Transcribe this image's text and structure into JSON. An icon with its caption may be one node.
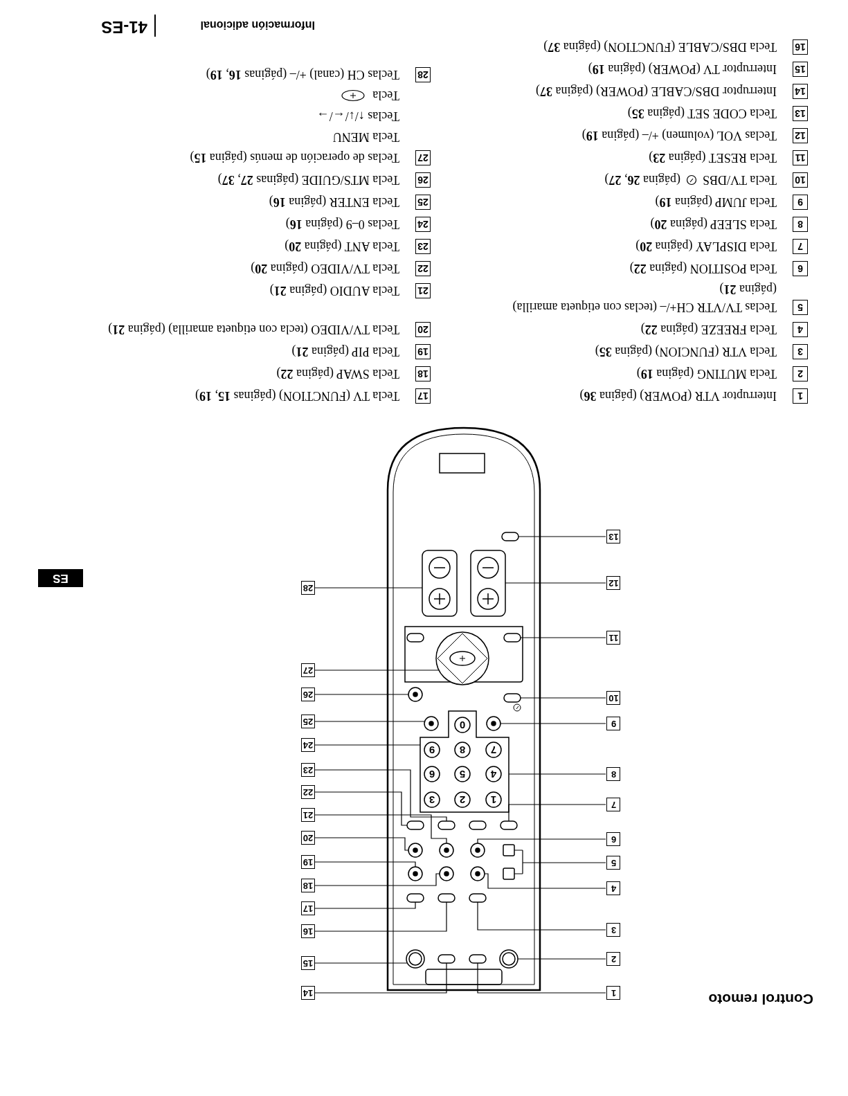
{
  "diagram": {
    "title": "Control remoto",
    "nodes": [
      {
        "text": [
          "1"
        ]
      },
      {
        "text": [
          "2"
        ]
      },
      {
        "text": [
          "3"
        ]
      },
      {
        "text": [
          "4"
        ]
      },
      {
        "text": [
          "5"
        ]
      },
      {
        "text": [
          "6"
        ]
      },
      {
        "text": [
          "7"
        ]
      },
      {
        "text": [
          "8"
        ]
      },
      {
        "text": [
          "9"
        ]
      },
      {
        "text": [
          "10"
        ]
      },
      {
        "text": [
          "11"
        ]
      },
      {
        "text": [
          "12"
        ]
      },
      {
        "text": [
          "13"
        ]
      },
      {
        "text": [
          "14"
        ]
      },
      {
        "text": [
          "15"
        ]
      },
      {
        "text": [
          "16"
        ]
      },
      {
        "text": [
          "17"
        ]
      },
      {
        "text": [
          "18"
        ]
      },
      {
        "text": [
          "19"
        ]
      },
      {
        "text": [
          "20"
        ]
      },
      {
        "text": [
          "21"
        ]
      },
      {
        "text": [
          "22"
        ]
      },
      {
        "text": [
          "23"
        ]
      },
      {
        "text": [
          "24"
        ]
      },
      {
        "text": [
          "25"
        ]
      },
      {
        "text": [
          "26"
        ]
      },
      {
        "text": [
          "27"
        ]
      },
      {
        "text": [
          "28"
        ]
      },
      {
        "text": [],
        "shape": "box"
      },
      {
        "text": [],
        "shape": "circle"
      },
      {
        "text": [],
        "shape": "box"
      },
      {
        "text": [],
        "shape": "circle"
      },
      {
        "text": [],
        "shape": "box"
      },
      {
        "text": [],
        "shape": "circle"
      },
      {
        "text": [],
        "shape": "box"
      },
      {
        "text": [],
        "shape": "box"
      },
      {
        "text": [],
        "shape": "circle"
      },
      {
        "text": [],
        "shape": "box"
      },
      {
        "text": [],
        "shape": "box"
      },
      {
        "text": [],
        "shape": "box"
      },
      {
        "text": [],
        "shape": "box"
      },
      {
        "text": [],
        "shape": "box"
      },
      {
        "text": [],
        "shape": "circle"
      },
      {
        "text": [],
        "shape": "box"
      },
      {
        "text": [],
        "shape": "box"
      },
      {
        "text": [],
        "shape": "circle"
      },
      {
        "text": [],
        "shape": "circle"
      },
      {
        "text": [],
        "shape": "circle"
      },
      {
        "text": [],
        "shape": "circle"
      },
      {
        "text": [],
        "shape": "box"
      },
      {
        "text": [],
        "shape": "box"
      },
      {
        "text": [],
        "shape": "circle"
      },
      {
        "text": [],
        "shape": "circle"
      },
      {
        "text": [],
        "shape": "circle"
      },
      {
        "text": [],
        "shape": "box"
      }
    ],
    "edges": [
      {
        "from": 0,
        "to": 28,
        "arrow": "none"
      },
      {
        "from": 1,
        "to": 29,
        "arrow": "none"
      },
      {
        "from": 2,
        "to": 30,
        "arrow": "none"
      },
      {
        "from": 3,
        "to": 31,
        "arrow": "none"
      },
      {
        "from": 4,
        "to": 32,
        "arrow": "none"
      },
      {
        "from": 5,
        "to": 33,
        "arrow": "none"
      },
      {
        "from": 6,
        "to": 34,
        "arrow": "none"
      },
      {
        "from": 7,
        "to": 35,
        "arrow": "none"
      },
      {
        "from": 8,
        "to": 36,
        "arrow": "none"
      },
      {
        "from": 9,
        "to": 37,
        "arrow": "none"
      },
      {
        "from": 10,
        "to": 38,
        "arrow": "none"
      },
      {
        "from": 11,
        "to": 39,
        "arrow": "none"
      },
      {
        "from": 12,
        "to": 40,
        "arrow": "none"
      },
      {
        "from": 13,
        "to": 41,
        "arrow": "none"
      },
      {
        "from": 14,
        "to": 42,
        "arrow": "none"
      },
      {
        "from": 15,
        "to": 43,
        "arrow": "none"
      },
      {
        "from": 16,
        "to": 44,
        "arrow": "none"
      },
      {
        "from": 17,
        "to": 45,
        "arrow": "none"
      },
      {
        "from": 18,
        "to": 46,
        "arrow": "none"
      },
      {
        "from": 19,
        "to": 47,
        "arrow": "none"
      },
      {
        "from": 20,
        "to": 48,
        "arrow": "none"
      },
      {
        "from": 21,
        "to": 49,
        "arrow": "none"
      },
      {
        "from": 22,
        "to": 50,
        "arrow": "none"
      },
      {
        "from": 23,
        "to": 35,
        "arrow": "none"
      },
      {
        "from": 24,
        "to": 51,
        "arrow": "none"
      },
      {
        "from": 25,
        "to": 52,
        "arrow": "none"
      },
      {
        "from": 26,
        "to": 53,
        "arrow": "none"
      },
      {
        "from": 27,
        "to": 54,
        "arrow": "none"
      }
    ],
    "labels": [
      "1",
      "2",
      "3",
      "4",
      "5",
      "6",
      "7",
      "8",
      "9",
      "0",
      "ES",
      "1",
      "Interruptor VTR (POWER) (página **36**)",
      "2",
      "Tecla MUTING (página **19**)",
      "3",
      "Tecla VTR (FUNCION) (página **35**)",
      "4",
      "Tecla FREEZE (página **22**)",
      "5",
      "Teclas TV/VTR CH+/– (teclas con etiqueta amarilla) (página **21**)",
      "6",
      "Tecla POSITION (página **22**)",
      "7",
      "Tecla DISPLAY (página **20**)",
      "8",
      "Tecla SLEEP (página **20**)",
      "9",
      "Tecla JUMP (página **19**)",
      "10",
      "Tecla TV/DBS",
      "(página **26**, **27**)",
      "11",
      "Tecla RESET (página **23**)",
      "12",
      "Teclas VOL (volumen) +/– (página **19**)",
      "13",
      "Tecla CODE SET (página **35**)",
      "14",
      "Interruptor DBS/CABLE (POWER) (página **37**)",
      "15",
      "Interruptor TV (POWER) (página **19**)",
      "16",
      "Tecla DBS/CABLE (FUNCTION) (página **37**)",
      "17",
      "Tecla TV (FUNCTION) (páginas **15**, **19**)",
      "18",
      "Tecla SWAP (página **22**)",
      "19",
      "Tecla PIP (página **21**)",
      "20",
      "Tecla TV/VIDEO (tecla con etiqueta amarilla) (página **21**)",
      "21",
      "Tecla AUDIO (página **21**)",
      "22",
      "Tecla TV/VIDEO (página **20**)",
      "23",
      "Tecla ANT (página **20**)",
      "24",
      "Teclas 0–9 (página **16**)",
      "25",
      "Tecla ENTER (página **16**)",
      "26",
      "Tecla MTS/GUIDE (páginas **27**, **37**)",
      "27",
      "Teclas de operación de menús (página **15**)",
      "Tecla MENU",
      "Teclas ↑/↓/←/→",
      "Tecla",
      "28",
      "Teclas CH (canal) +/– (páginas **16**, **19**)",
      "Información adicional",
      "41-ES"
    ]
  }
}
